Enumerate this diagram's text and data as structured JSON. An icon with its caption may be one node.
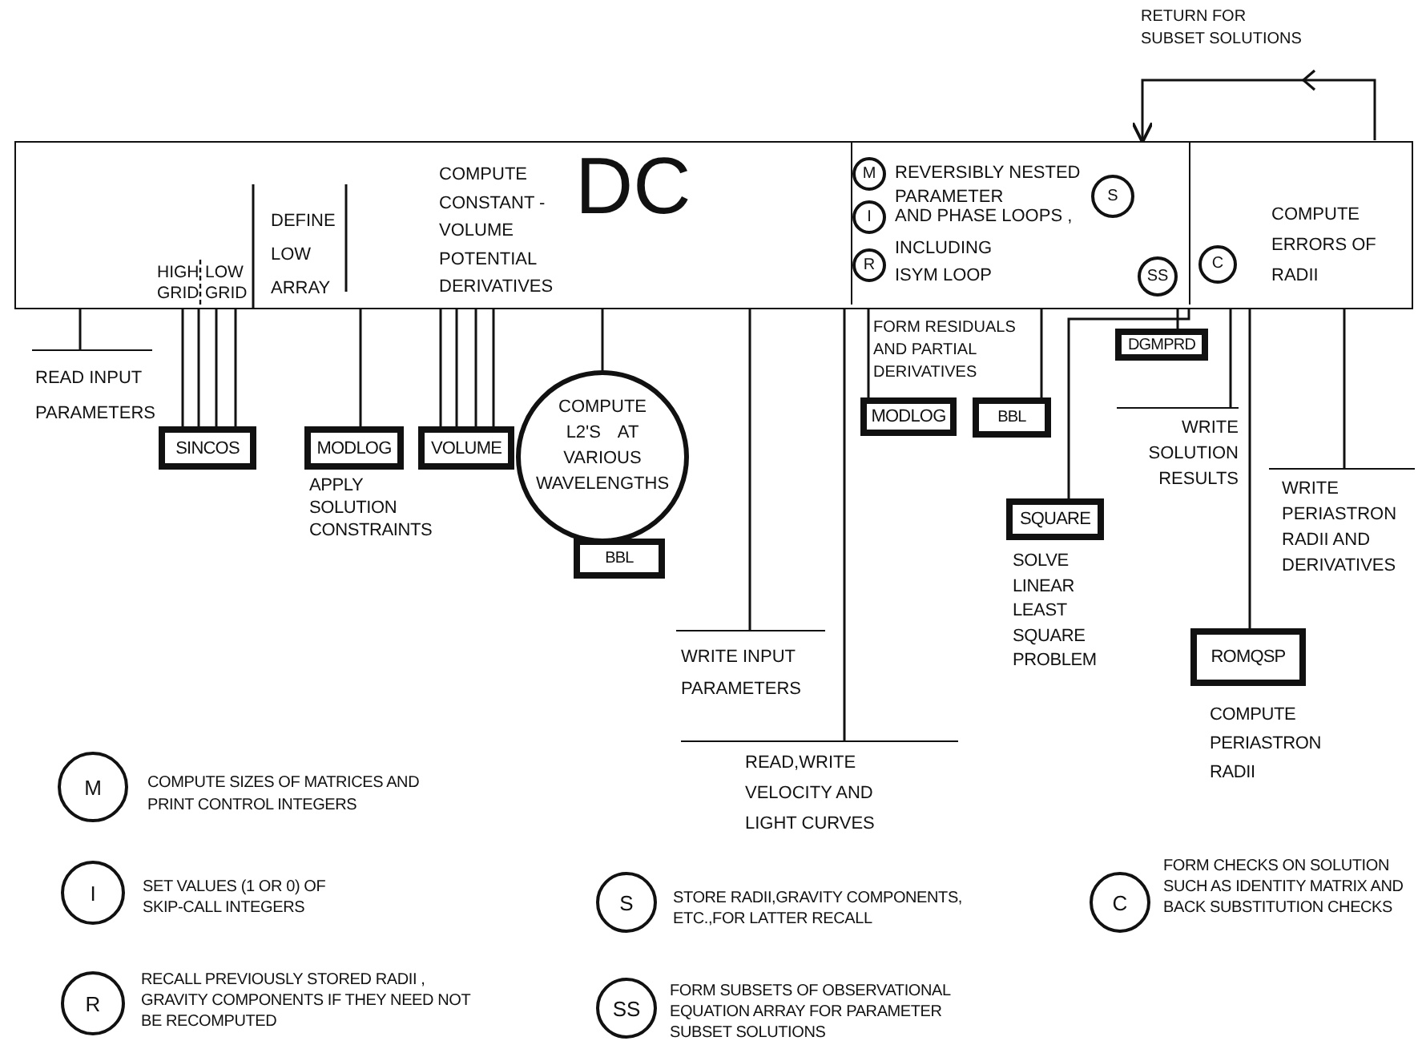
{
  "diagram": {
    "nodes": [
      {
        "text": [
          "HIGH GRID",
          "LOW GRID",
          "DEFINE LOW ARRAY",
          "COMPUTE CONSTANT - VOLUME POTENTIAL DERIVATIVES",
          "DC"
        ]
      },
      {
        "text": [
          "REVERSIBLY NESTED PARAMETER",
          "AND PHASE LOOPS ,",
          "INCLUDING ISYM LOOP"
        ],
        "in": 0
      },
      {
        "text": [
          "M"
        ],
        "in": 1
      },
      {
        "text": [
          "I"
        ],
        "in": 1
      },
      {
        "text": [
          "R"
        ],
        "in": 1
      },
      {
        "text": [
          "S"
        ],
        "in": 1
      },
      {
        "text": [
          "SS"
        ],
        "in": 1
      },
      {
        "text": [
          "COMPUTE ERRORS OF RADII"
        ],
        "in": 0
      },
      {
        "text": [
          "C"
        ],
        "in": 7
      },
      {
        "text": [
          "READ INPUT PARAMETERS"
        ]
      },
      {
        "text": [
          "SINCOS"
        ]
      },
      {
        "text": [
          "MODLOG"
        ],
        "beside": [
          "APPLY SOLUTION CONSTRAINTS"
        ]
      },
      {
        "text": [
          "VOLUME"
        ]
      },
      {
        "text": [
          "COMPUTE L2'S AT VARIOUS WAVELENGTHS"
        ]
      },
      {
        "text": [
          "BBL"
        ]
      },
      {
        "text": [
          "WRITE INPUT PARAMETERS"
        ]
      },
      {
        "text": [
          "READ,WRITE VELOCITY AND LIGHT CURVES"
        ]
      },
      {
        "text": [
          "MODLOG"
        ]
      },
      {
        "text": [
          "BBL"
        ]
      },
      {
        "text": [
          "DGMPRD"
        ]
      },
      {
        "text": [
          "SQUARE"
        ],
        "beside": [
          "SOLVE LINEAR LEAST SQUARE PROBLEM"
        ]
      },
      {
        "text": [
          "WRITE SOLUTION RESULTS"
        ]
      },
      {
        "text": [
          "ROMQSP"
        ],
        "beside": [
          "COMPUTE PERIASTRON RADII"
        ]
      },
      {
        "text": [
          "WRITE PERIASTRON RADII AND DERIVATIVES"
        ]
      },
      {
        "text": [
          "M"
        ],
        "beside": [
          "COMPUTE SIZES OF MATRICES AND PRINT CONTROL INTEGERS"
        ]
      },
      {
        "text": [
          "I"
        ],
        "beside": [
          "SET VALUES (1 OR 0) OF SKIP-CALL INTEGERS"
        ]
      },
      {
        "text": [
          "R"
        ],
        "beside": [
          "RECALL PREVIOUSLY STORED RADII , GRAVITY COMPONENTS IF THEY NEED NOT BE RECOMPUTED"
        ]
      },
      {
        "text": [
          "S"
        ],
        "beside": [
          "STORE RADII,GRAVITY COMPONENTS, ETC.,FOR LATTER RECALL"
        ]
      },
      {
        "text": [
          "SS"
        ],
        "beside": [
          "FORM SUBSETS OF OBSERVATIONAL EQUATION ARRAY FOR PARAMETER SUBSET SOLUTIONS"
        ]
      },
      {
        "text": [
          "C"
        ],
        "beside": [
          "FORM CHECKS ON SOLUTION SUCH AS IDENTITY MATRIX AND BACK SUBSTITUTION CHECKS"
        ]
      }
    ],
    "edges": [
      {
        "from": 0,
        "to": 9,
        "arrow": "none"
      },
      {
        "from": 0,
        "to": 10,
        "arrow": "none"
      },
      {
        "from": 0,
        "to": 10,
        "arrow": "none"
      },
      {
        "from": 0,
        "to": 10,
        "arrow": "none"
      },
      {
        "from": 0,
        "to": 10,
        "arrow": "none"
      },
      {
        "from": 0,
        "to": 11,
        "arrow": "none"
      },
      {
        "from": 0,
        "to": 12,
        "arrow": "none"
      },
      {
        "from": 0,
        "to": 12,
        "arrow": "none"
      },
      {
        "from": 0,
        "to": 12,
        "arrow": "none"
      },
      {
        "from": 0,
        "to": 12,
        "arrow": "none"
      },
      {
        "from": 0,
        "to": 13,
        "arrow": "none"
      },
      {
        "from": 0,
        "to": 15,
        "arrow": "none"
      },
      {
        "from": 0,
        "to": 16,
        "arrow": "none"
      },
      {
        "from": 0,
        "to": 17,
        "arrow": "none"
      },
      {
        "from": 0,
        "to": 18,
        "arrow": "none"
      },
      {
        "from": 0,
        "to": 20,
        "arrow": "none"
      },
      {
        "from": 0,
        "to": 19,
        "arrow": "none"
      },
      {
        "from": 0,
        "to": 21,
        "arrow": "none"
      },
      {
        "from": 0,
        "to": 22,
        "arrow": "none"
      },
      {
        "from": 0,
        "to": 23,
        "arrow": "none"
      },
      {
        "from": 7,
        "to": 1,
        "arrow": "to",
        "label": "RETURN FOR SUBSET SOLUTIONS"
      }
    ],
    "labels": [
      "FORM RESIDUALS AND PARTIAL DERIVATIVES"
    ]
  }
}
